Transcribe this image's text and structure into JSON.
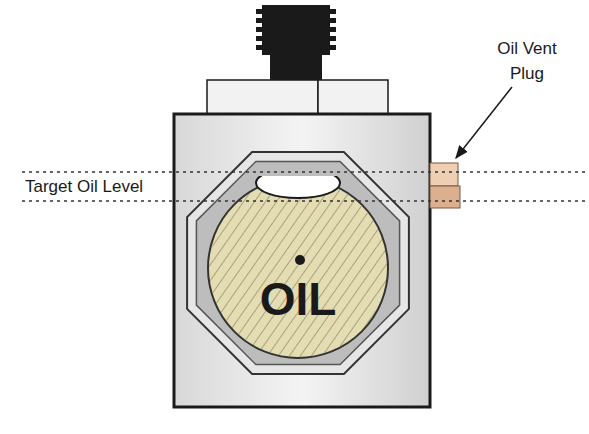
{
  "diagram": {
    "nodes": [
      {
        "text": [
          "OIL"
        ]
      }
    ],
    "labels": [
      "Target Oil Level",
      "Oil Vent Plug"
    ]
  }
}
